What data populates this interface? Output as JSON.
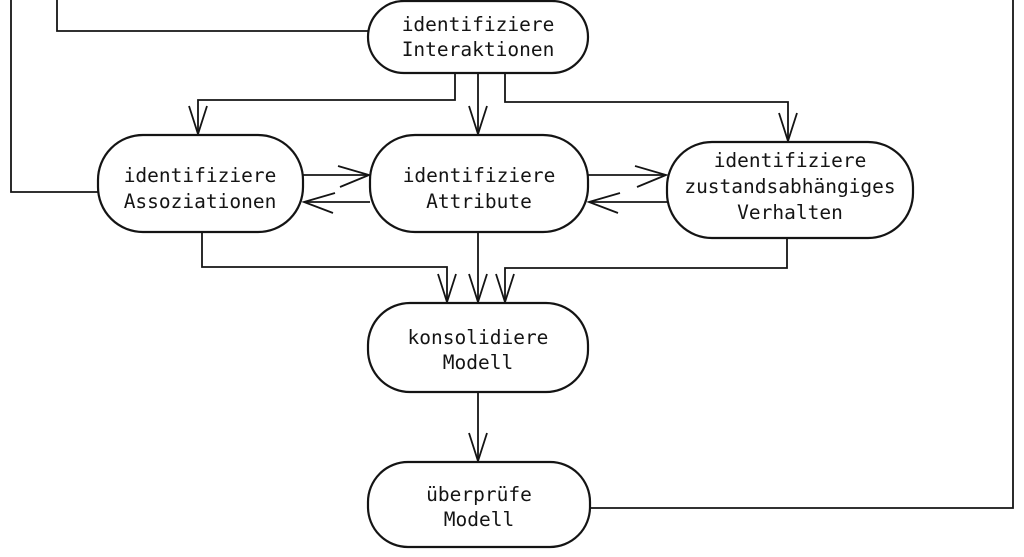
{
  "diagram": {
    "background_color": "#ffffff",
    "line_color": "#141414",
    "text_color": "#141414",
    "nodes": {
      "interaktionen": {
        "lines": [
          "identifiziere",
          "Interaktionen"
        ]
      },
      "assoziationen": {
        "lines": [
          "identifiziere",
          "Assoziationen"
        ]
      },
      "attribute": {
        "lines": [
          "identifiziere",
          "Attribute"
        ]
      },
      "verhalten": {
        "lines": [
          "identifiziere",
          "zustandsabhängiges",
          "Verhalten"
        ]
      },
      "konsolidiere": {
        "lines": [
          "konsolidiere",
          "Modell"
        ]
      },
      "ueberpruefe": {
        "lines": [
          "überprüfe",
          "Modell"
        ]
      }
    }
  }
}
